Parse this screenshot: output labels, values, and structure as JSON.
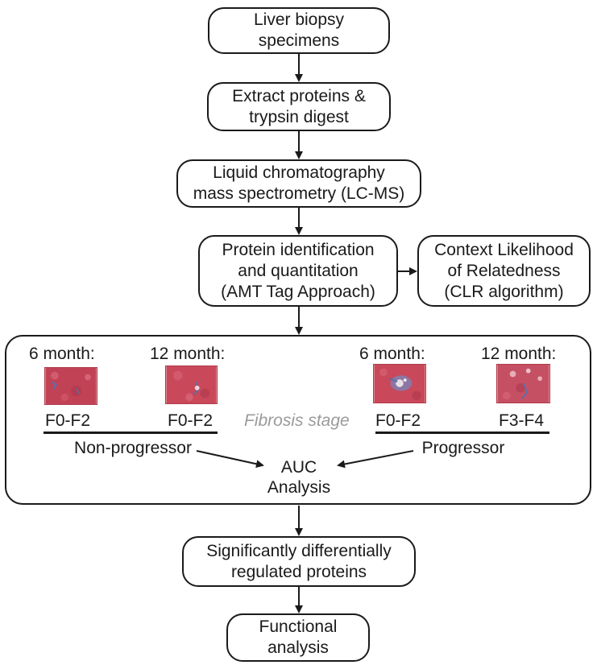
{
  "steps": {
    "biopsy": [
      "Liver biopsy",
      "specimens"
    ],
    "extract": [
      "Extract proteins &",
      "trypsin digest"
    ],
    "lcms": [
      "Liquid chromatography",
      "mass spectrometry (LC-MS)"
    ],
    "protein_id": [
      "Protein identification",
      "and quantitation",
      "(AMT Tag Approach)"
    ],
    "clr": [
      "Context Likelihood",
      "of Relatedness",
      "(CLR algorithm)"
    ],
    "significant": [
      "Significantly differentially",
      "regulated proteins"
    ],
    "functional": [
      "Functional",
      "analysis"
    ]
  },
  "panel": {
    "fibrosis_label": "Fibrosis stage",
    "groups": {
      "non_progressor": {
        "label": "Non-progressor",
        "timepoints": [
          {
            "time": "6 month:",
            "stage": "F0-F2"
          },
          {
            "time": "12 month:",
            "stage": "F0-F2"
          }
        ]
      },
      "progressor": {
        "label": "Progressor",
        "timepoints": [
          {
            "time": "6 month:",
            "stage": "F0-F2"
          },
          {
            "time": "12 month:",
            "stage": "F3-F4"
          }
        ]
      }
    },
    "auc": [
      "AUC",
      "Analysis"
    ]
  },
  "colors": {
    "tissue": "#c9485a",
    "tissue_dark": "#8f2a3c",
    "fibrosis_blue": "#5a6fa8",
    "stroke": "#1a1a1a",
    "muted_label": "#9a9a9a"
  }
}
